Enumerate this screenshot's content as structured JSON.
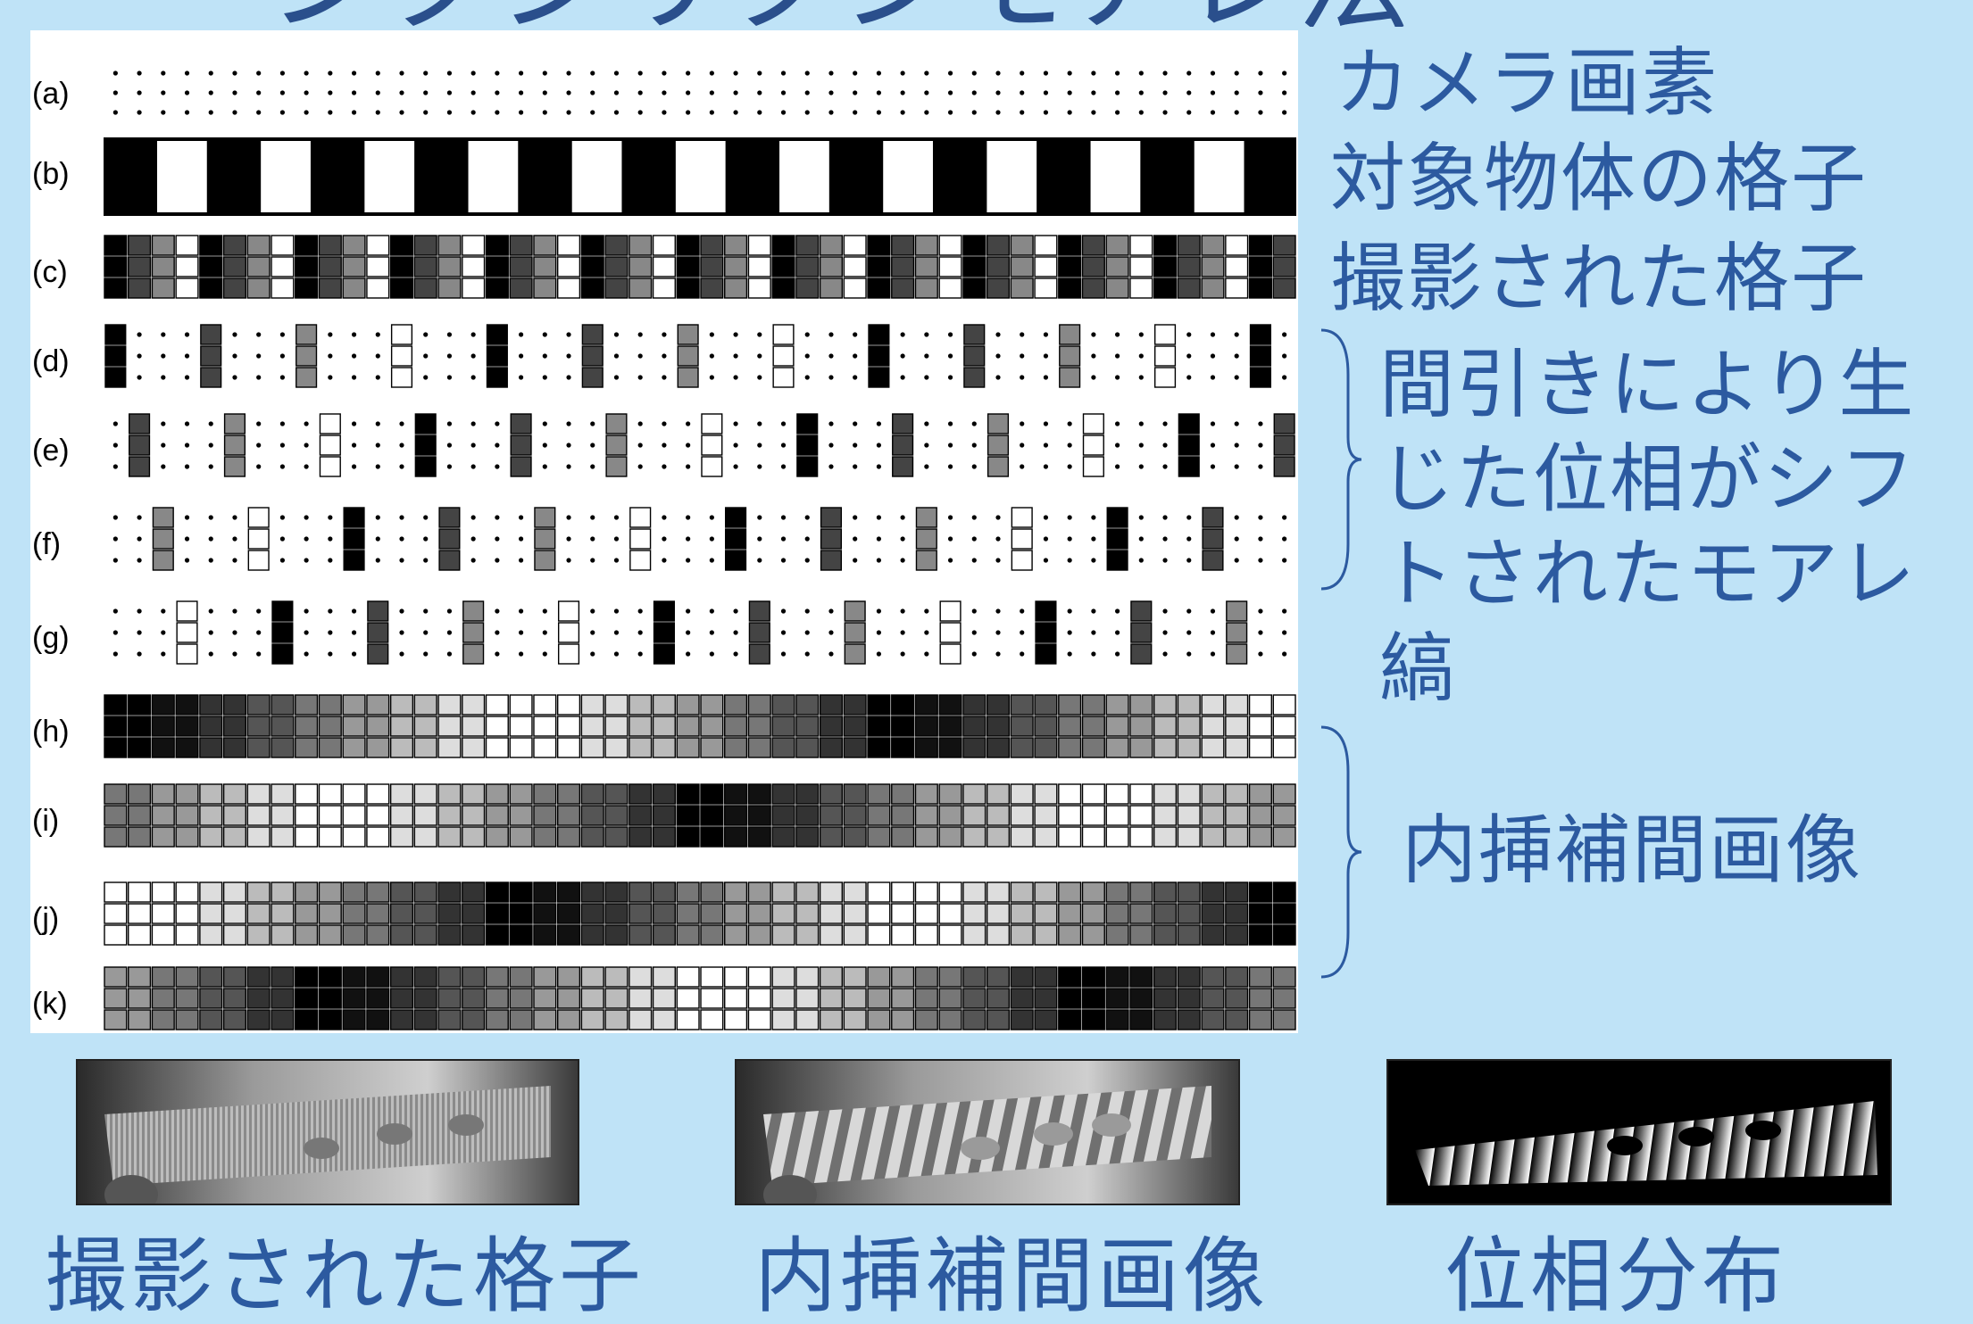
{
  "title_partial": "ンクシリクシモアレ法",
  "rows": [
    {
      "label": "(a)"
    },
    {
      "label": "(b)"
    },
    {
      "label": "(c)"
    },
    {
      "label": "(d)"
    },
    {
      "label": "(e)"
    },
    {
      "label": "(f)"
    },
    {
      "label": "(g)"
    },
    {
      "label": "(h)"
    },
    {
      "label": "(i)"
    },
    {
      "label": "(j)"
    },
    {
      "label": "(k)"
    }
  ],
  "side_labels": {
    "camera_pixels": "カメラ画素",
    "object_grating": "対象物体の格子",
    "captured_grating": "撮影された格子",
    "moire_block": "間引きにより生じた位相がシフトされたモアレ縞",
    "interpolated": "内挿補間画像"
  },
  "captions": {
    "photo1": "撮影された格子",
    "photo2": "内挿補間画像",
    "photo3": "位相分布"
  },
  "colors": {
    "background": "#bfe3f7",
    "text": "#2c5aa0",
    "black": "#000000",
    "gray_dark": "#444444",
    "gray_mid": "#888888",
    "white": "#ffffff"
  }
}
